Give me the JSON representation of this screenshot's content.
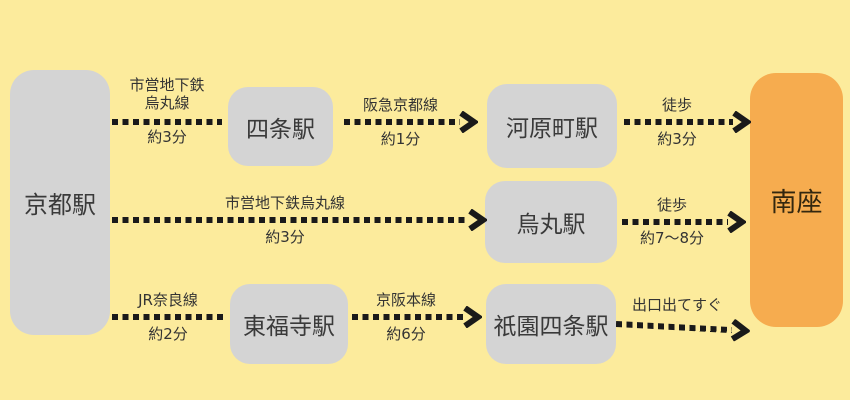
{
  "diagram": {
    "origin": "京都駅",
    "destination": "南座",
    "routes": [
      {
        "segments": [
          {
            "via_line1": "市営地下鉄",
            "via_line2": "烏丸線",
            "duration": "約3分",
            "to": "四条駅"
          },
          {
            "via": "阪急京都線",
            "duration": "約1分",
            "to": "河原町駅"
          },
          {
            "via": "徒歩",
            "duration": "約3分",
            "to": "南座"
          }
        ]
      },
      {
        "segments": [
          {
            "via": "市営地下鉄烏丸線",
            "duration": "約3分",
            "to": "烏丸駅"
          },
          {
            "via": "徒歩",
            "duration": "約7〜8分",
            "to": "南座"
          }
        ]
      },
      {
        "segments": [
          {
            "via": "JR奈良線",
            "duration": "約2分",
            "to": "東福寺駅"
          },
          {
            "via": "京阪本線",
            "duration": "約6分",
            "to": "祇園四条駅"
          },
          {
            "via": "出口出てすぐ",
            "to": "南座"
          }
        ]
      }
    ],
    "colors": {
      "background": "#FCEB9C",
      "station_box": "#D4D4D4",
      "destination_box": "#F6AC4F",
      "text": "#3A3A3A",
      "arrow": "#1A1A1A"
    }
  }
}
